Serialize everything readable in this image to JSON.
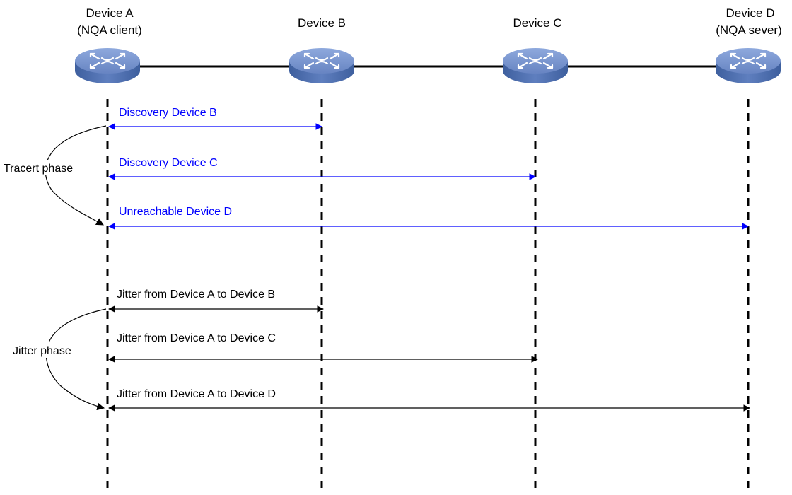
{
  "colors": {
    "discovery": "#0000ff",
    "jitter": "#000000",
    "router_top": "#6f8fcc",
    "router_side": "#3a5a9a",
    "lifeline": "#000000"
  },
  "devices": [
    {
      "id": "a",
      "name": "Device A",
      "role": "(NQA client)",
      "icon": "router-icon"
    },
    {
      "id": "b",
      "name": "Device B",
      "role": "",
      "icon": "router-icon"
    },
    {
      "id": "c",
      "name": "Device C",
      "role": "",
      "icon": "router-icon"
    },
    {
      "id": "d",
      "name": "Device D",
      "role": "(NQA sever)",
      "icon": "router-icon"
    }
  ],
  "phases": {
    "tracert": "Tracert phase",
    "jitter": "Jitter phase"
  },
  "messages": {
    "discovery_b": {
      "label": "Discovery Device B",
      "from": "a",
      "to": "b"
    },
    "discovery_c": {
      "label": "Discovery Device C",
      "from": "a",
      "to": "c"
    },
    "unreachable_d": {
      "label": "Unreachable Device D",
      "from": "a",
      "to": "d"
    },
    "jitter_b": {
      "label": "Jitter from Device A to Device B",
      "from": "a",
      "to": "b"
    },
    "jitter_c": {
      "label": "Jitter from Device A to Device C",
      "from": "a",
      "to": "c"
    },
    "jitter_d": {
      "label": "Jitter from Device A to Device D",
      "from": "a",
      "to": "d"
    }
  }
}
